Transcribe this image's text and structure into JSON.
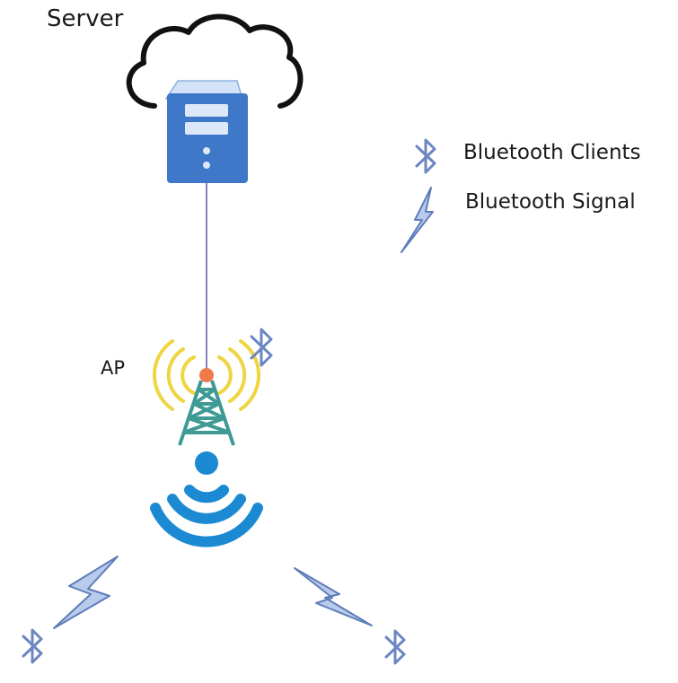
{
  "labels": {
    "server": "Server",
    "ap": "AP",
    "legend_clients": "Bluetooth Clients",
    "legend_signal": "Bluetooth Signal"
  },
  "colors": {
    "server_blue": "#3F78C8",
    "server_light": "#D3E2F6",
    "cloud_outline": "#111111",
    "link_line": "#8A7CC0",
    "ap_node": "#F07A4A",
    "tower": "#3E9A95",
    "ap_waves": "#EFD541",
    "wifi": "#1B8AD2",
    "bt_icon": "#6C86C2",
    "bolt_fill": "#B8CBEA",
    "bolt_stroke": "#5F7DBB"
  },
  "icons": [
    "cloud-icon",
    "server-icon",
    "tower-icon",
    "wifi-icon",
    "bluetooth-icon",
    "lightning-bolt-icon"
  ]
}
